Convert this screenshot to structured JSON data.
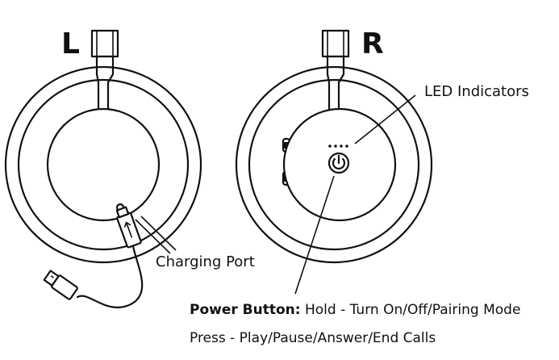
{
  "left": {
    "letter": "L"
  },
  "right": {
    "letter": "R"
  },
  "labels": {
    "led_indicators": "LED Indicators",
    "charging_port": "Charging Port",
    "power_button_title": "Power Button:",
    "power_button_hold": " Hold - Turn On/Off/Pairing Mode",
    "power_button_press": "Press - Play/Pause/Answer/End Calls"
  },
  "icons": {
    "power": "power-icon",
    "usb": "usb-icon"
  },
  "colors": {
    "line": "#111111",
    "background": "#ffffff"
  }
}
